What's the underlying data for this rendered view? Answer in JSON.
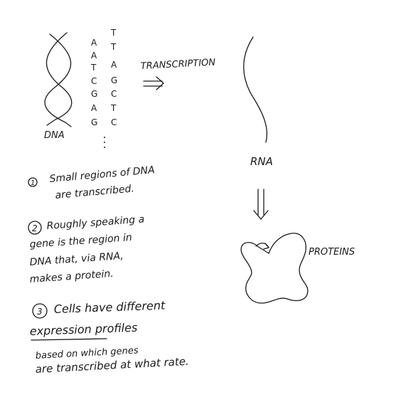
{
  "dna_label": "DNA",
  "strand_left": [
    "A",
    "A",
    "T",
    "C",
    "G",
    "A",
    "G"
  ],
  "strand_right": [
    "T",
    "T",
    "A",
    "G",
    "C",
    "T",
    "C"
  ],
  "transcription_label": "TRANSCRIPTION",
  "rna_label": "RNA",
  "proteins_label": "PROTEINS",
  "notes": [
    {
      "number": "1",
      "lines": [
        "Small regions of DNA",
        "are transcribed."
      ]
    },
    {
      "number": "2",
      "lines": [
        "Roughly speaking a",
        "gene is the region in",
        "DNA that, via RNA,",
        "makes a protein."
      ]
    },
    {
      "number": "3",
      "lines": [
        "Cells have different",
        "expression profiles",
        "based on which genes",
        "are transcribed at what rate."
      ]
    }
  ]
}
